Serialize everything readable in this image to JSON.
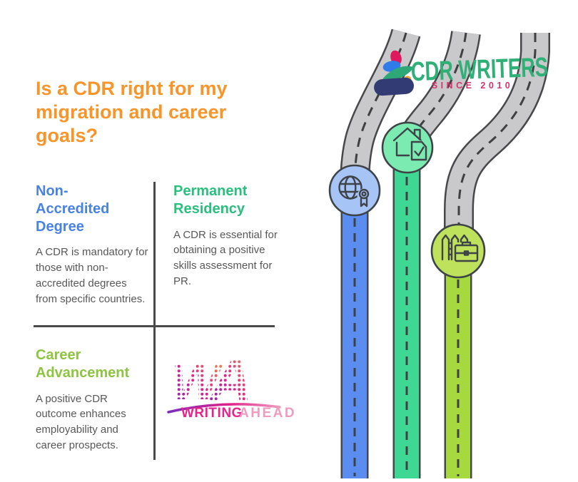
{
  "infographic": {
    "title": "Is a CDR right for my migration and career goals?"
  },
  "quadrants": {
    "non_accredited": {
      "heading": "Non-Accredited Degree",
      "body": "A CDR is mandatory for those with non-accredited degrees from specific countries."
    },
    "permanent_residency": {
      "heading": "Permanent Residency",
      "body": "A CDR is essential for obtaining a positive skills assessment for PR."
    },
    "career_advancement": {
      "heading": "Career Advancement",
      "body": "A positive CDR outcome enhances employability and career prospects."
    }
  },
  "logos": {
    "cdr_writers": {
      "name": "CDR WRITERS",
      "tagline": "SINCE 2010"
    },
    "writing_ahead": {
      "monogram_w": "W",
      "monogram_a": "A",
      "word1": "WRITING",
      "word2": "AHEAD"
    }
  },
  "roads": {
    "asphalt_color": "#C9C9CB",
    "outline_color": "#46484A",
    "lanes": [
      {
        "name": "road-globe",
        "icon": "globe-award-icon",
        "road_color": "#5B8DF0",
        "circle_color": "#A7C4F7"
      },
      {
        "name": "road-house",
        "icon": "house-check-icon",
        "road_color": "#3FD794",
        "circle_color": "#7BEBB1"
      },
      {
        "name": "road-career",
        "icon": "fence-briefcase-icon",
        "road_color": "#A5D93E",
        "circle_color": "#BEE25C"
      }
    ]
  },
  "colors": {
    "title": "#F7952B",
    "heading_blue": "#4782E4",
    "heading_green": "#29BF7D",
    "heading_lime": "#8DC440",
    "body_text": "#585858",
    "divider": "#4A4A4A",
    "logo_green": "#2FB077",
    "logo_pink": "#D6336C",
    "wordmark_magenta": "#E5258C",
    "wordmark_pink": "#F09ABF"
  }
}
